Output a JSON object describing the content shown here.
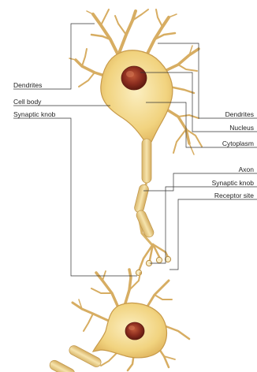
{
  "labels": {
    "left": {
      "dendrites": "Dendrites",
      "cell_body": "Cell body",
      "synaptic_knob": "Synaptic knob"
    },
    "right": {
      "dendrites": "Dendrites",
      "nucleus": "Nucleus",
      "cytoplasm": "Cytoplasm",
      "axon": "Axon",
      "synaptic_knob": "Synaptic knob",
      "receptor_site": "Receptor site"
    }
  },
  "colors": {
    "cell_fill": "#f3d98a",
    "cell_edge": "#c79a4a",
    "nucleus": "#8a2c1e",
    "axon": "#e9cf8e",
    "leader_line": "#333333"
  }
}
